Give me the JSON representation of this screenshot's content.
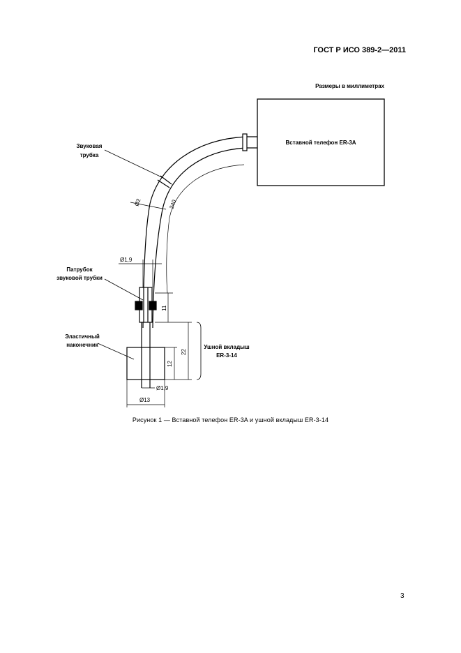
{
  "header": {
    "standard": "ГОСТ Р ИСО 389-2—2011"
  },
  "figure": {
    "units_note": "Размеры в миллиметрах",
    "earphone_label": "Вставной телефон ER-3A",
    "sound_tube_label_1": "Звуковая",
    "sound_tube_label_2": "трубка",
    "nipple_label_1": "Патрубок",
    "nipple_label_2": "звуковой трубки",
    "elastic_label_1": "Эластичный",
    "elastic_label_2": "наконечник",
    "ear_insert_label_1": "Ушной вкладыш",
    "ear_insert_label_2": "ER-3-14",
    "dim_tube_dia": "Ø2",
    "dim_tube_len": "240",
    "dim_nipple_dia": "Ø1,9",
    "dim_nipple_len": "11",
    "dim_insert_len": "22",
    "dim_tip_len": "12",
    "dim_bore_dia": "Ø1,9",
    "dim_tip_dia": "Ø13"
  },
  "caption": "Рисунок 1 — Вставной телефон ER-3A и ушной вкладыш ER-3-14",
  "footer": {
    "page_number": "3"
  }
}
